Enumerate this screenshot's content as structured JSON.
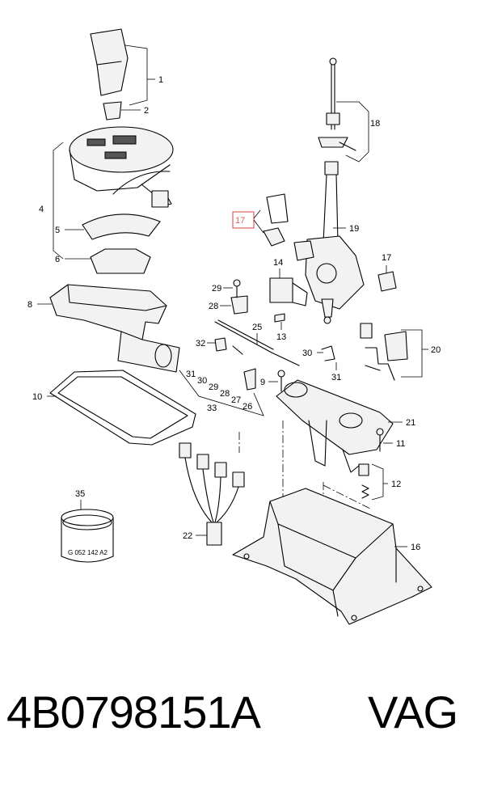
{
  "diagram": {
    "callouts": [
      "1",
      "2",
      "4",
      "5",
      "6",
      "8",
      "10",
      "35",
      "18",
      "19",
      "17",
      "17",
      "14",
      "29",
      "28",
      "13",
      "25",
      "32",
      "31",
      "30",
      "29",
      "28",
      "27",
      "26",
      "33",
      "9",
      "30",
      "31",
      "20",
      "21",
      "11",
      "12",
      "22",
      "16"
    ],
    "highlighted_callout": "17",
    "ring_marking": "G 052 142 A2"
  },
  "footer": {
    "part_number": "4B0798151A",
    "brand": "VAG"
  },
  "colors": {
    "highlight_box": "#e06060",
    "line": "#000000",
    "background": "#ffffff"
  }
}
